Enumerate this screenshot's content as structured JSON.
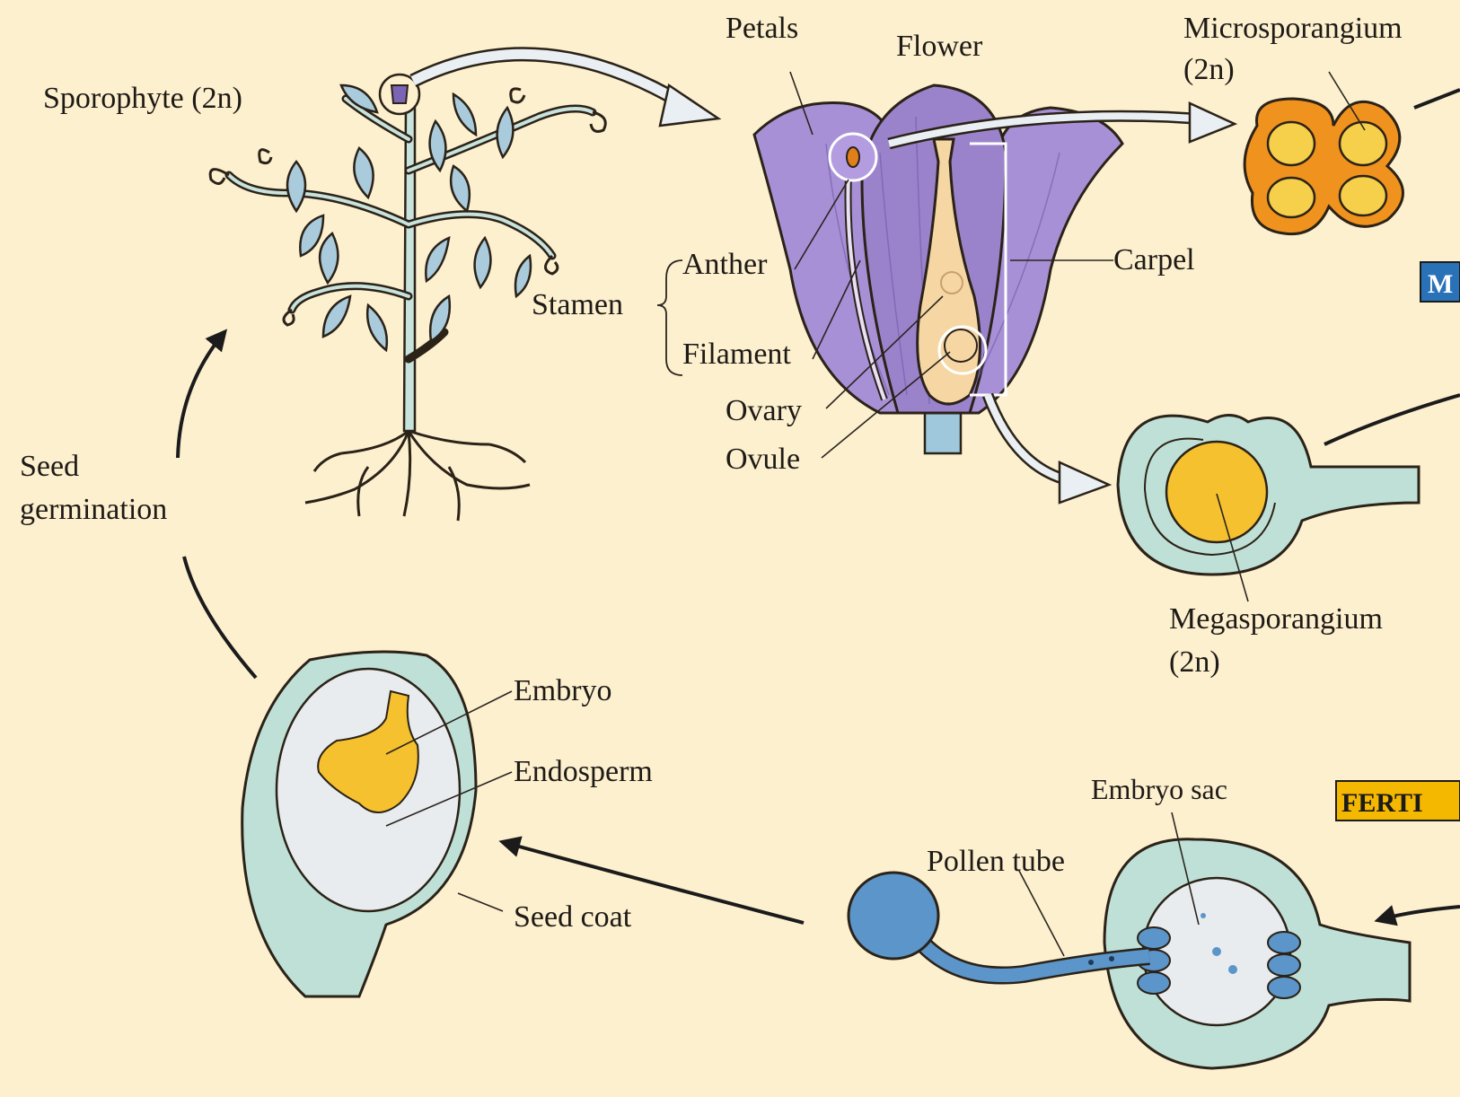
{
  "labels": {
    "sporophyte": "Sporophyte (2n)",
    "petals": "Petals",
    "flower": "Flower",
    "microsporangium": "Microsporangium",
    "microsporangium_ploidy": "(2n)",
    "anther": "Anther",
    "stamen": "Stamen",
    "filament": "Filament",
    "ovary": "Ovary",
    "ovule": "Ovule",
    "carpel": "Carpel",
    "megasporangium": "Megasporangium",
    "megasporangium_ploidy": "(2n)",
    "seed_germination_1": "Seed",
    "seed_germination_2": "germination",
    "embryo": "Embryo",
    "endosperm": "Endosperm",
    "seed_coat": "Seed coat",
    "embryo_sac": "Embryo sac",
    "pollen_tube": "Pollen tube"
  },
  "tags": {
    "meiosis_partial": "M",
    "fertilization_partial": "FERTI"
  },
  "colors": {
    "background": "#fdf0cf",
    "petal": "#a890d6",
    "seed_tissue": "#bfe0d6",
    "yolk": "#f6c12e",
    "microsporangium": "#f0921e",
    "pollen": "#5b95c9",
    "meiosis_tag": "#2a72b8",
    "fertilization_tag": "#f5b800"
  }
}
